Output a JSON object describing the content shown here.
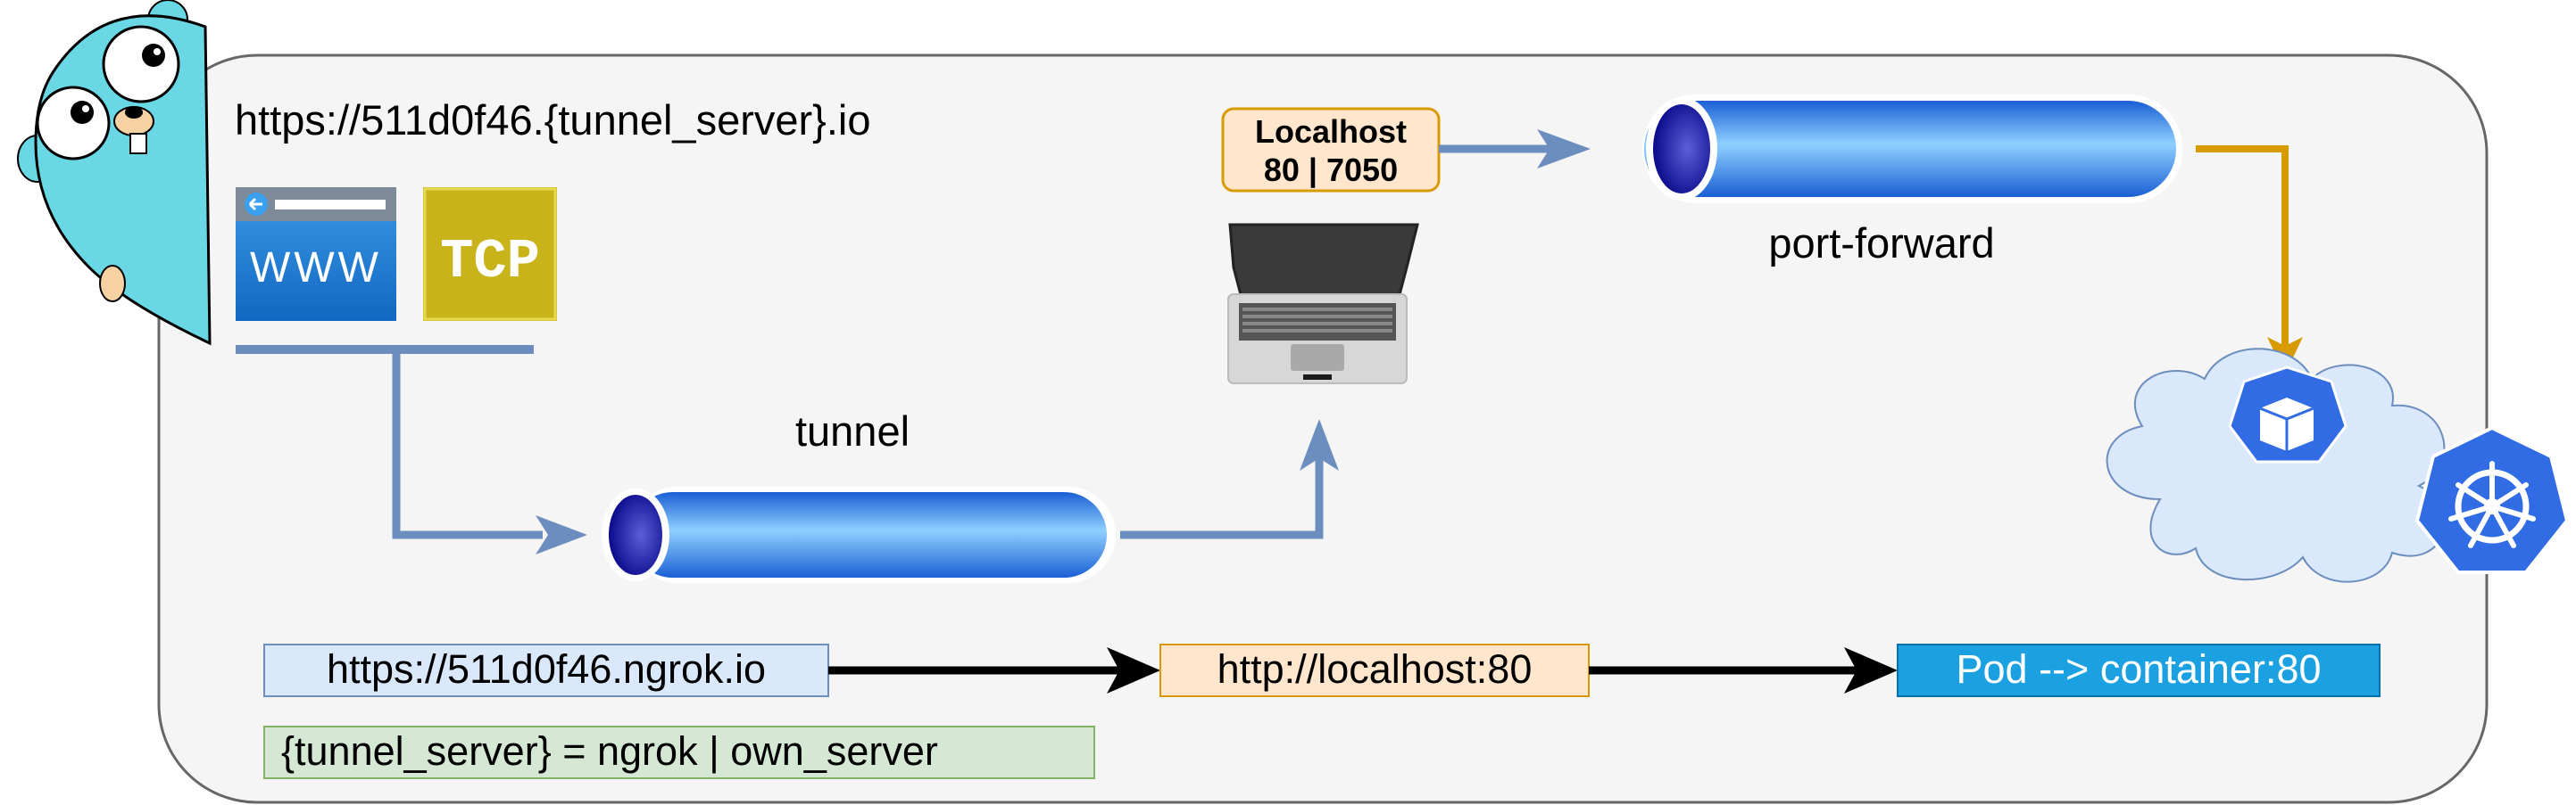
{
  "url_label": "https://511d0f46.{tunnel_server}.io",
  "web_icon_text": "WWW",
  "tcp_icon_text": "TCP",
  "localhost_box": {
    "line1": "Localhost",
    "line2": "80 | 7050"
  },
  "port_forward_label": "port-forward",
  "tunnel_label": "tunnel",
  "flow": {
    "ngrok_url": "https://511d0f46.ngrok.io",
    "localhost_url": "http://localhost:80",
    "pod_target": "Pod --> container:80"
  },
  "legend": "{tunnel_server} = ngrok | own_server",
  "colors": {
    "panel_fill": "#f5f5f5",
    "connector": "#6c8ebf",
    "pipe_blue": "#1e6fe0",
    "orange_arrow": "#d79b00",
    "cloud_fill": "#dae8fc",
    "k8s_blue": "#326ce5",
    "pod_fill": "#1ba1e2"
  },
  "icons": [
    "gopher-mascot",
    "www-browser-icon",
    "tcp-icon",
    "laptop-icon",
    "pipe-icon",
    "cloud-icon",
    "cube-icon",
    "kubernetes-icon"
  ]
}
